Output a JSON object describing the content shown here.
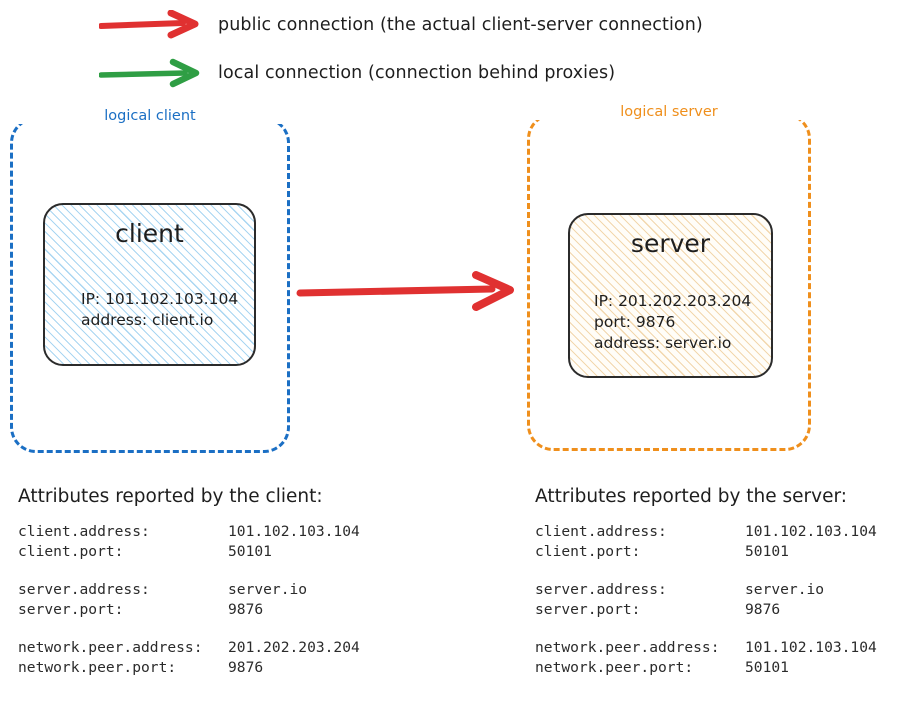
{
  "legend": [
    {
      "icon": "red-arrow-icon",
      "color": "#e03131",
      "label": "public connection (the actual client-server connection)"
    },
    {
      "icon": "green-arrow-icon",
      "color": "#2f9e44",
      "label": "local connection (connection behind proxies)"
    }
  ],
  "logical_client": {
    "label": "logical client",
    "color": "#1b6fc4",
    "node": {
      "title": "client",
      "details": [
        "IP: 101.102.103.104",
        "address: client.io"
      ]
    }
  },
  "logical_server": {
    "label": "logical server",
    "color": "#ef8f1c",
    "node": {
      "title": "server",
      "details": [
        "IP: 201.202.203.204",
        "port: 9876",
        "address: server.io"
      ]
    }
  },
  "connection": {
    "name": "public-connection-arrow",
    "color": "#e03131",
    "from": "client",
    "to": "server"
  },
  "client_attributes": {
    "heading": "Attributes reported by the client:",
    "groups": [
      [
        {
          "key": "client.address:",
          "value": "101.102.103.104"
        },
        {
          "key": "client.port:",
          "value": "50101"
        }
      ],
      [
        {
          "key": "server.address:",
          "value": "server.io"
        },
        {
          "key": "server.port:",
          "value": "9876"
        }
      ],
      [
        {
          "key": "network.peer.address:",
          "value": "201.202.203.204"
        },
        {
          "key": "network.peer.port:",
          "value": "9876"
        }
      ]
    ]
  },
  "server_attributes": {
    "heading": "Attributes reported by the server:",
    "groups": [
      [
        {
          "key": "client.address:",
          "value": "101.102.103.104"
        },
        {
          "key": "client.port:",
          "value": "50101"
        }
      ],
      [
        {
          "key": "server.address:",
          "value": "server.io"
        },
        {
          "key": "server.port:",
          "value": "9876"
        }
      ],
      [
        {
          "key": "network.peer.address:",
          "value": "101.102.103.104"
        },
        {
          "key": "network.peer.port:",
          "value": "50101"
        }
      ]
    ]
  }
}
